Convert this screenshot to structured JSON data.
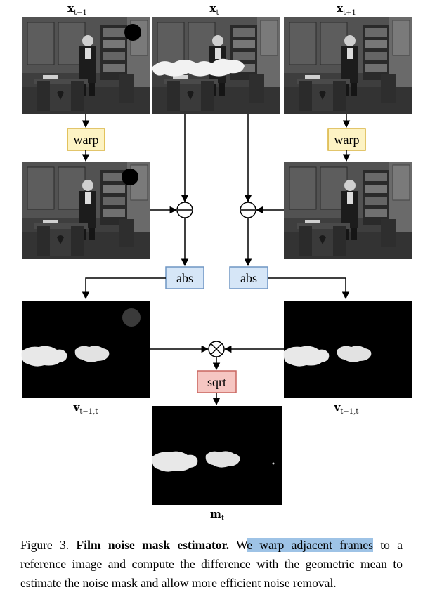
{
  "figure": {
    "labels": {
      "x_prev": {
        "main": "x",
        "sub": "t−1"
      },
      "x_cur": {
        "main": "x",
        "sub": "t"
      },
      "x_next": {
        "main": "x",
        "sub": "t+1"
      },
      "v_prev": {
        "main": "v",
        "sub": "t−1,t"
      },
      "v_next": {
        "main": "v",
        "sub": "t+1,t"
      },
      "m": {
        "main": "m",
        "sub": "t"
      }
    },
    "boxes": {
      "warp_left": "warp",
      "warp_right": "warp",
      "abs_left": "abs",
      "abs_right": "abs",
      "sqrt": "sqrt"
    },
    "colors": {
      "warp_fill": "#fdf3c4",
      "warp_stroke": "#d9b23a",
      "abs_fill": "#d6e6f7",
      "abs_stroke": "#6f95c4",
      "sqrt_fill": "#f6c6c2",
      "sqrt_stroke": "#c96660"
    }
  },
  "caption": {
    "label": "Figure 3.",
    "title": "Film noise mask estimator.",
    "pre": "W",
    "highlight": "e warp adjacent frames",
    "rest": " to a reference image and compute the difference with the geometric mean to estimate the noise mask and allow more efficient noise removal.",
    "highlight_color": "#9ec3e6"
  }
}
